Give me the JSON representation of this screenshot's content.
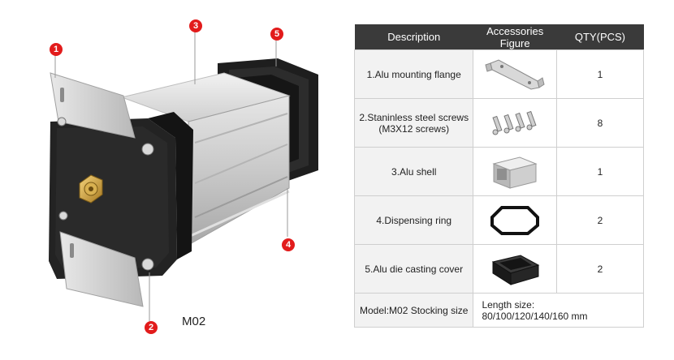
{
  "callouts": [
    "1",
    "2",
    "3",
    "4",
    "5"
  ],
  "model_label": "M02",
  "table": {
    "headers": [
      "Description",
      "Accessories Figure",
      "QTY(PCS)"
    ],
    "rows": [
      {
        "description": "1.Alu mounting flange",
        "figure_icon": "mounting-flange-icon",
        "qty": "1"
      },
      {
        "description": "2.Staninless steel screws",
        "description_line2": "(M3X12 screws)",
        "figure_icon": "screws-icon",
        "qty": "8"
      },
      {
        "description": "3.Alu shell",
        "figure_icon": "alu-shell-icon",
        "qty": "1"
      },
      {
        "description": "4.Dispensing ring",
        "figure_icon": "dispensing-ring-icon",
        "qty": "2"
      },
      {
        "description": "5.Alu die casting cover",
        "figure_icon": "cover-icon",
        "qty": "2"
      }
    ],
    "footer": {
      "model": "Model:M02 Stocking size",
      "length_label": "Length size:",
      "length_values": "80/100/120/140/160 mm"
    }
  },
  "colors": {
    "accent": "#e21b1b",
    "header_bg": "#3a3a3a",
    "desc_bg": "#f2f2f2"
  }
}
